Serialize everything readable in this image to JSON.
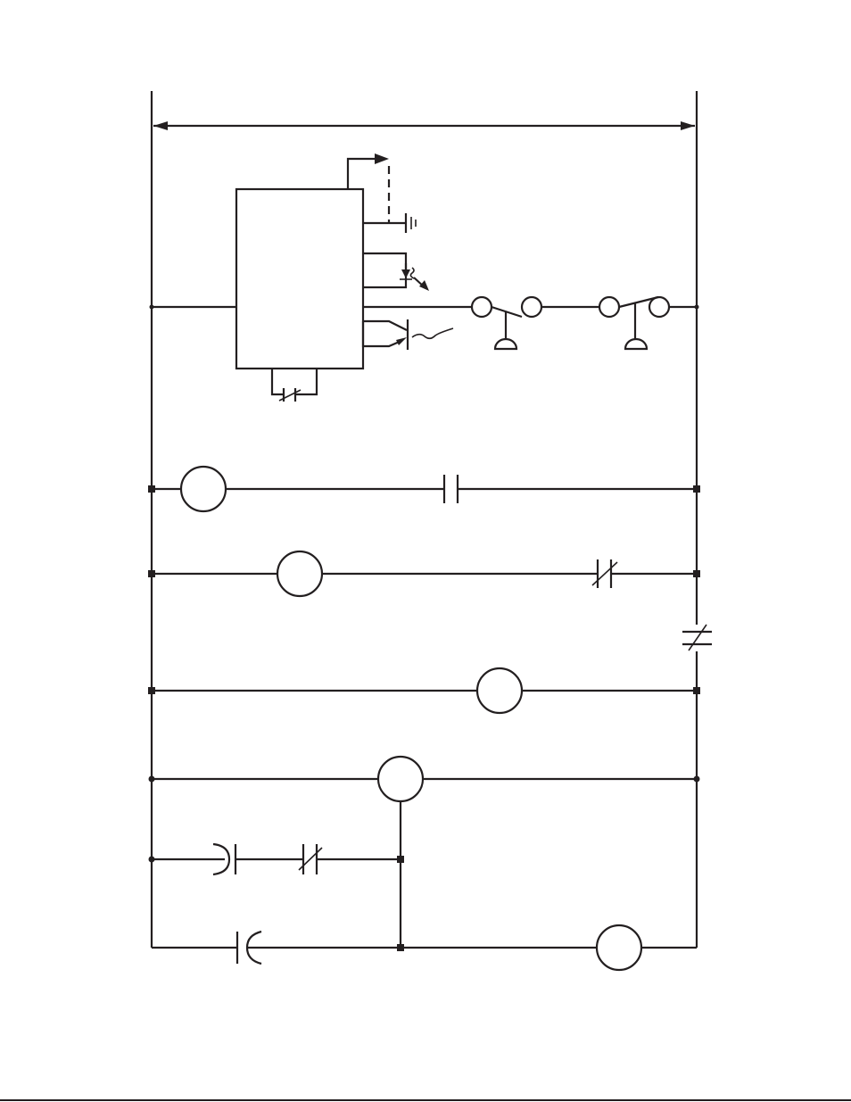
{
  "diagram": {
    "type": "ladder-schematic",
    "line_color": "#231f20",
    "background": "#ffffff",
    "rails": [
      "left-power-rail",
      "right-power-rail"
    ],
    "rungs": [
      {
        "id": "rung-1",
        "components": [
          "control-module",
          "pushbutton-normally-open",
          "pushbutton-normally-closed"
        ]
      },
      {
        "id": "rung-2",
        "components": [
          "coil",
          "contact-normally-open"
        ]
      },
      {
        "id": "rung-3",
        "components": [
          "coil",
          "contact-normally-closed"
        ]
      },
      {
        "id": "rung-4",
        "components": [
          "coil"
        ]
      },
      {
        "id": "rung-5",
        "components": [
          "coil"
        ]
      },
      {
        "id": "rung-6",
        "components": [
          "timed-contact",
          "contact-normally-closed"
        ]
      },
      {
        "id": "rung-7",
        "components": [
          "timed-contact",
          "coil"
        ]
      }
    ]
  }
}
